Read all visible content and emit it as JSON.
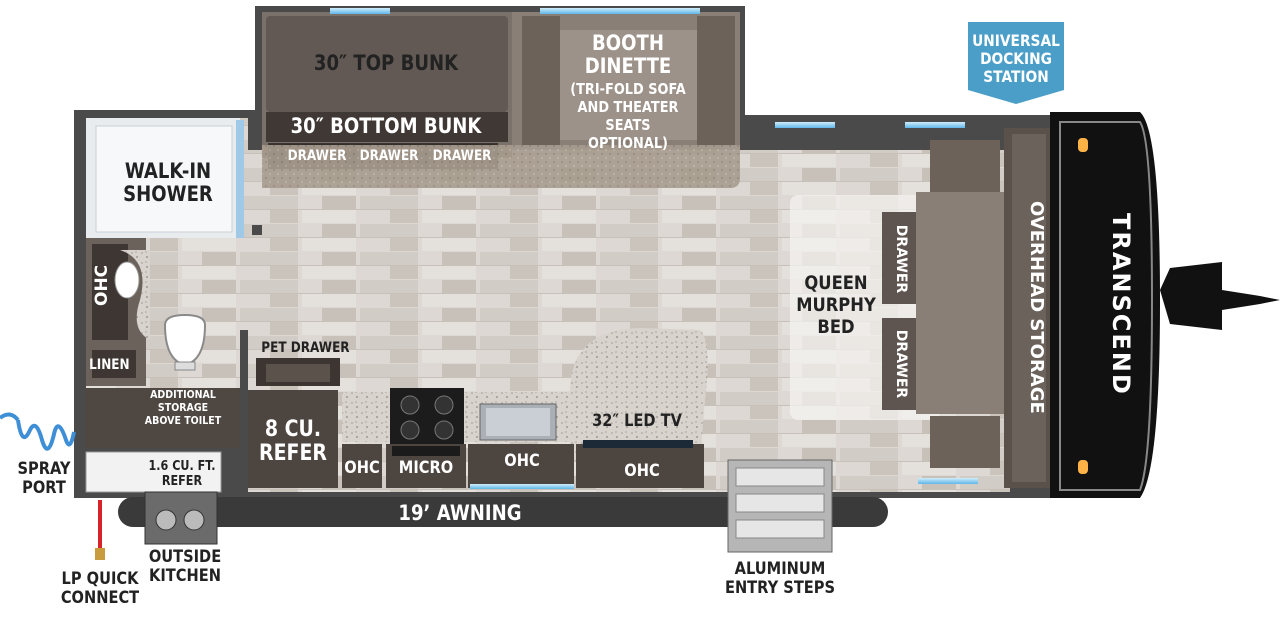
{
  "labels": {
    "top_bunk": "30″ TOP BUNK",
    "bottom_bunk": "30″ BOTTOM BUNK",
    "drawer": "DRAWER",
    "booth_dinette": "BOOTH\nDINETTE",
    "booth_options": "(TRI-FOLD SOFA\nAND THEATER SEATS\nOPTIONAL)",
    "universal_docking_station": "UNIVERSAL\nDOCKING\nSTATION",
    "walk_in_shower": "WALK-IN\nSHOWER",
    "ohc": "OHC",
    "linen": "LINEN",
    "additional_storage": "ADDITIONAL STORAGE\nABOVE TOILET",
    "pet_drawer": "PET DRAWER",
    "refer_8": "8 CU.\nREFER",
    "micro": "MICRO",
    "led_tv": "32″ LED TV",
    "queen_murphy_bed": "QUEEN\nMURPHY\nBED",
    "overhead_storage": "OVERHEAD STORAGE",
    "refer_16": "1.6 CU. FT.\nREFER",
    "awning": "19’ AWNING",
    "spray_port": "SPRAY\nPORT",
    "lp_quick_connect": "LP QUICK\nCONNECT",
    "outside_kitchen": "OUTSIDE\nKITCHEN",
    "aluminum_entry_steps": "ALUMINUM\nENTRY STEPS",
    "brand": "TRANSCEND"
  },
  "colors": {
    "wall": "#4a4a4a",
    "floor_light": "#ddd8d3",
    "floor_dark": "#c9c2bb",
    "cabinet": "#6b625b",
    "counter": "#cfc8c0",
    "bunk": "#5e5550",
    "callout": "#4a9ec8",
    "front_cap": "#111111",
    "awning": "#3a3a3a",
    "lp_line": "#d8232a",
    "spray_hose": "#3f8fd6"
  }
}
